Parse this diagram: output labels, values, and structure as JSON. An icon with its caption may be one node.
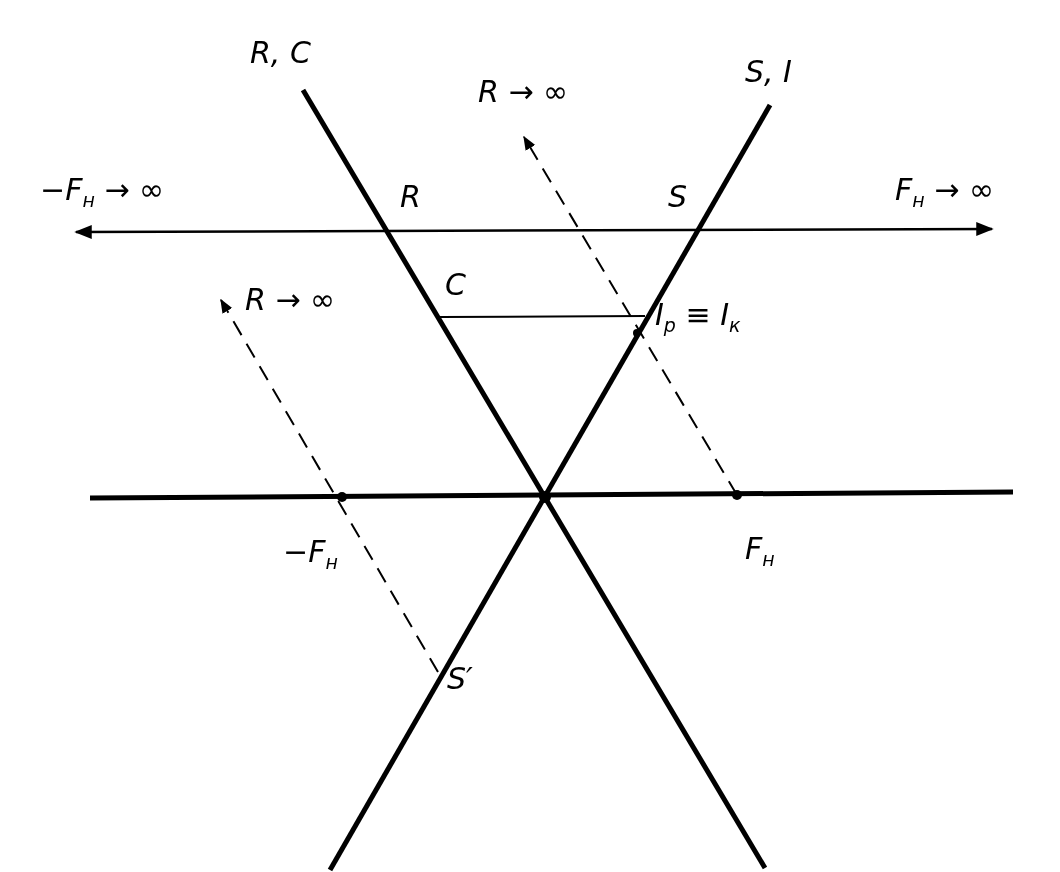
{
  "diagram": {
    "labels": [
      "R, C",
      "R → ∞",
      "S, I",
      "−F$_{н}$ → ∞",
      "R",
      "S",
      "F$_{н}$ → ∞",
      "C",
      "R → ∞",
      "I$_{р}$ ≡ I$_{к}$",
      "−F$_{н}$",
      "F$_{н}$",
      "S′"
    ]
  }
}
